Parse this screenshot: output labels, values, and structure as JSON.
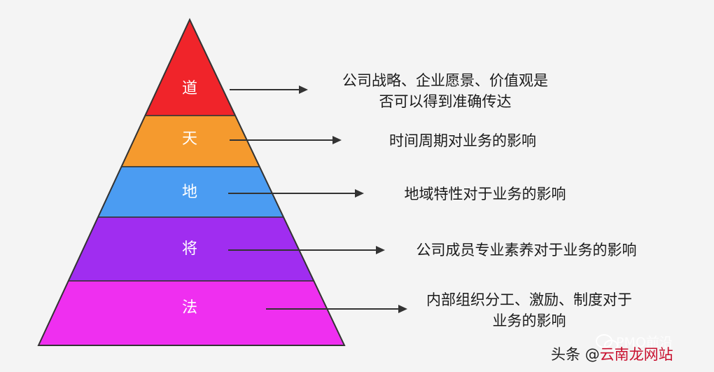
{
  "levels": [
    {
      "name": "道",
      "color": "#f0242a",
      "desc_lines": [
        "公司战略、企业愿景、价值观是",
        "否可以得到准确传达"
      ]
    },
    {
      "name": "天",
      "color": "#f59a2e",
      "desc_lines": [
        "时间周期对业务的影响"
      ]
    },
    {
      "name": "地",
      "color": "#4b9cf2",
      "desc_lines": [
        "地域特性对于业务的影响"
      ]
    },
    {
      "name": "将",
      "color": "#a02df0",
      "desc_lines": [
        "公司成员专业素养对于业务的影响"
      ]
    },
    {
      "name": "法",
      "color": "#ef2ff0",
      "desc_lines": [
        "内部组织分工、激励、制度对于",
        "业务的影响"
      ]
    }
  ],
  "watermark": {
    "text": "PMO前沿",
    "icon": "wechat-icon"
  },
  "toutiao": {
    "prefix": "头条",
    "at": "@",
    "brand": "云南龙网站"
  },
  "colors": {
    "outline": "#333333",
    "arrow": "#333333"
  }
}
